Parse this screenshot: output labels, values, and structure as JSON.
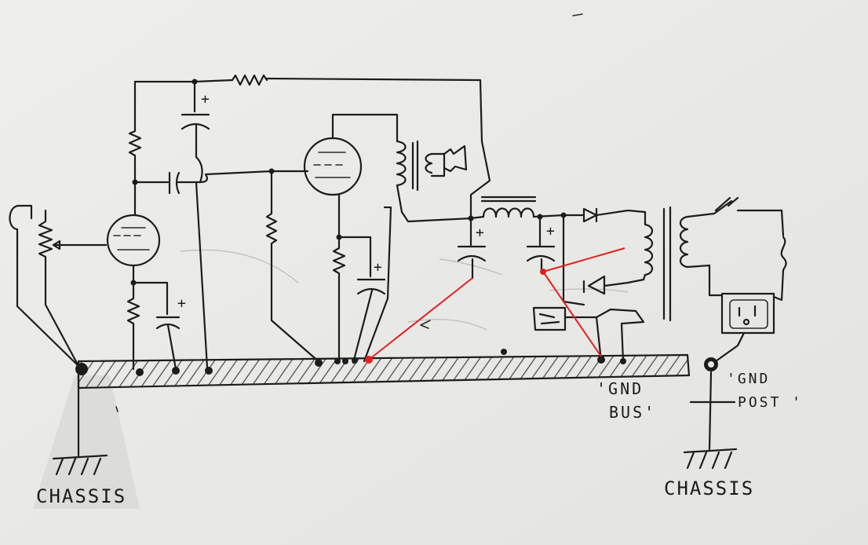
{
  "labels": {
    "chassis_left": "CHASSIS",
    "chassis_right": "CHASSIS",
    "gnd_bus_line1": "'GND",
    "gnd_bus_line2": "BUS'",
    "gnd_post_line1": "'GND",
    "gnd_post_line2": "POST '"
  },
  "colors": {
    "paper": "#ededeb",
    "ink": "#1c1c1c",
    "highlight": "#e32020"
  },
  "icons": {
    "capacitor_polarity": "+",
    "ground": "ground-symbol"
  }
}
